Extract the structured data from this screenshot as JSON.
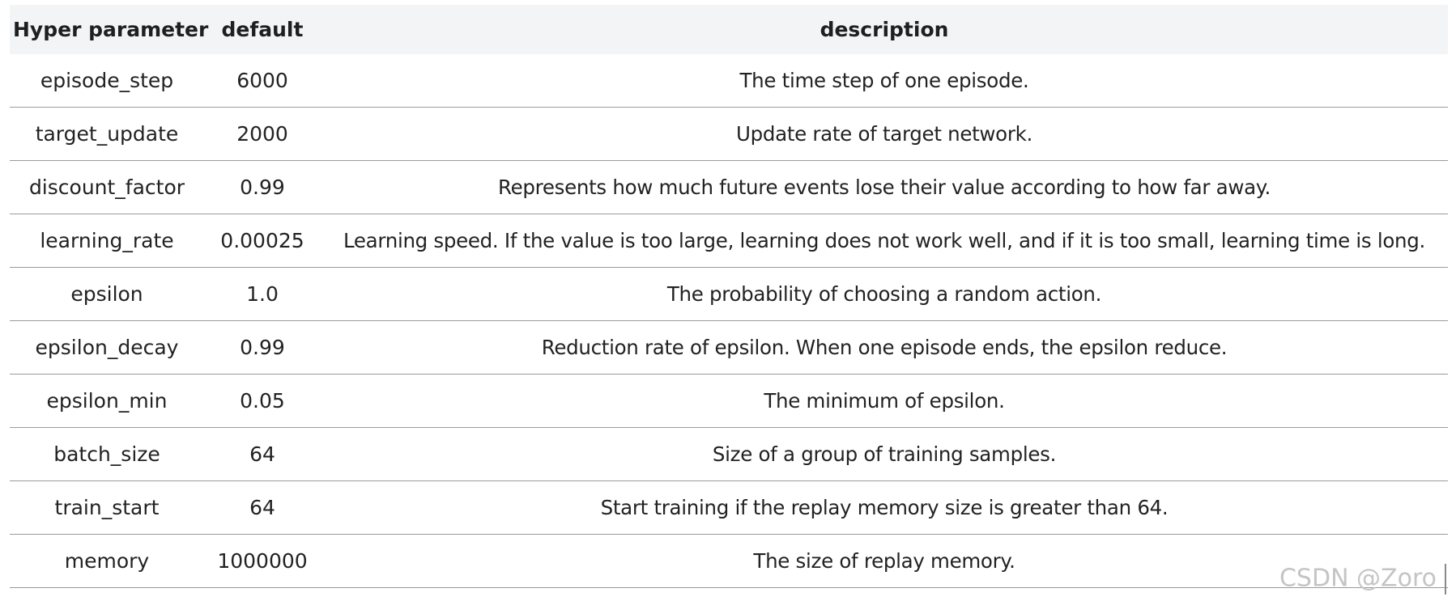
{
  "table": {
    "headers": [
      "Hyper parameter",
      "default",
      "description"
    ],
    "rows": [
      {
        "param": "episode_step",
        "default": "6000",
        "description": "The time step of one episode."
      },
      {
        "param": "target_update",
        "default": "2000",
        "description": "Update rate of target network."
      },
      {
        "param": "discount_factor",
        "default": "0.99",
        "description": "Represents how much future events lose their value according to how far away."
      },
      {
        "param": "learning_rate",
        "default": "0.00025",
        "description": "Learning speed. If the value is too large, learning does not work well, and if it is too small, learning time is long."
      },
      {
        "param": "epsilon",
        "default": "1.0",
        "description": "The probability of choosing a random action."
      },
      {
        "param": "epsilon_decay",
        "default": "0.99",
        "description": "Reduction rate of epsilon. When one episode ends, the epsilon reduce."
      },
      {
        "param": "epsilon_min",
        "default": "0.05",
        "description": "The minimum of epsilon."
      },
      {
        "param": "batch_size",
        "default": "64",
        "description": "Size of a group of training samples."
      },
      {
        "param": "train_start",
        "default": "64",
        "description": "Start training if the replay memory size is greater than 64."
      },
      {
        "param": "memory",
        "default": "1000000",
        "description": "The size of replay memory."
      }
    ]
  },
  "watermark": "CSDN @Zoro"
}
